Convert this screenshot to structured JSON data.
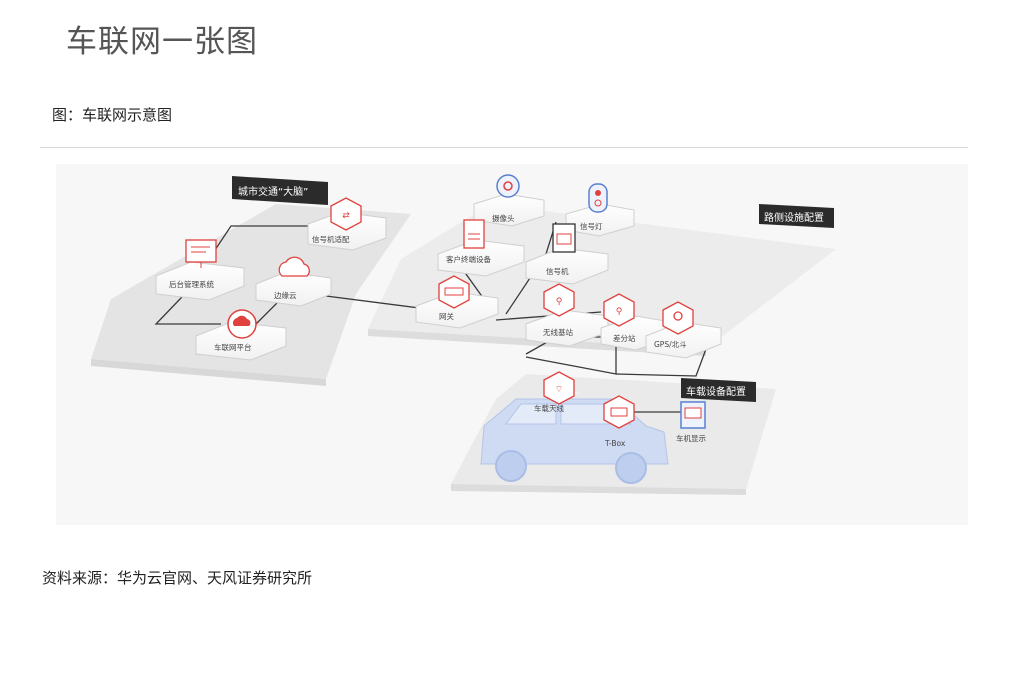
{
  "page": {
    "title": "车联网一张图",
    "figure_caption": "图：车联网示意图",
    "source": "资料来源：华为云官网、天风证券研究所"
  },
  "diagram": {
    "zones": {
      "city": "城市交通“大脑”",
      "roadside": "路侧设施配置",
      "vehicle": "车载设备配置"
    },
    "nodes": {
      "signal_adapter": "信号机适配",
      "backend": "后台管理系统",
      "edge_cloud": "边缘云",
      "v2x_platform": "车联网平台",
      "camera": "摄像头",
      "traffic_light": "信号灯",
      "client_terminal": "客户终端设备",
      "signal_controller": "信号机",
      "gateway": "网关",
      "base_station": "无线基站",
      "diff_station": "差分站",
      "gps": "GPS/北斗",
      "vehicle_antenna": "车载天线",
      "tbox": "T-Box",
      "vehicle_display": "车机显示"
    },
    "colors": {
      "accent_red": "#e0413c",
      "accent_blue": "#5b7fd0",
      "zone_label_bg": "#2b2b2b",
      "car_fill": "#c9d8f5"
    }
  }
}
